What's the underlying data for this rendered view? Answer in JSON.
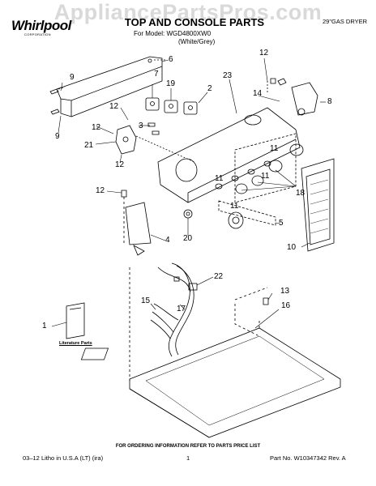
{
  "watermark": "AppliancePartsPros.com",
  "logo": {
    "name": "Whirlpool",
    "tagline": "CORPORATION"
  },
  "header": {
    "title": "TOP AND CONSOLE PARTS",
    "model_line": "For Model: WGD4800XW0",
    "color_line": "(White/Grey)",
    "product_type": "29\"GAS DRYER"
  },
  "callouts": {
    "n1": "1",
    "n2": "2",
    "n4": "4",
    "n5": "5",
    "n6": "6",
    "n7": "7",
    "n8": "8",
    "n9a": "9",
    "n9b": "9",
    "n10": "10",
    "n11a": "11",
    "n11b": "11",
    "n11c": "11",
    "n11d": "11",
    "n12a": "12",
    "n12b": "12",
    "n12c": "12",
    "n12d": "12",
    "n12e": "12",
    "n13": "13",
    "n14": "14",
    "n15": "15",
    "n16": "16",
    "n17": "17",
    "n18": "18",
    "n19": "19",
    "n20": "20",
    "n21": "21",
    "n22": "22",
    "n23": "23",
    "n3": "3"
  },
  "literature_label": "Literature Parts",
  "order_info": "FOR ORDERING INFORMATION REFER TO PARTS PRICE LIST",
  "footer": {
    "left": "03–12  Litho in U.S.A (LT) (ira)",
    "page": "1",
    "part_number": "Part No. W10347342 Rev. A"
  }
}
